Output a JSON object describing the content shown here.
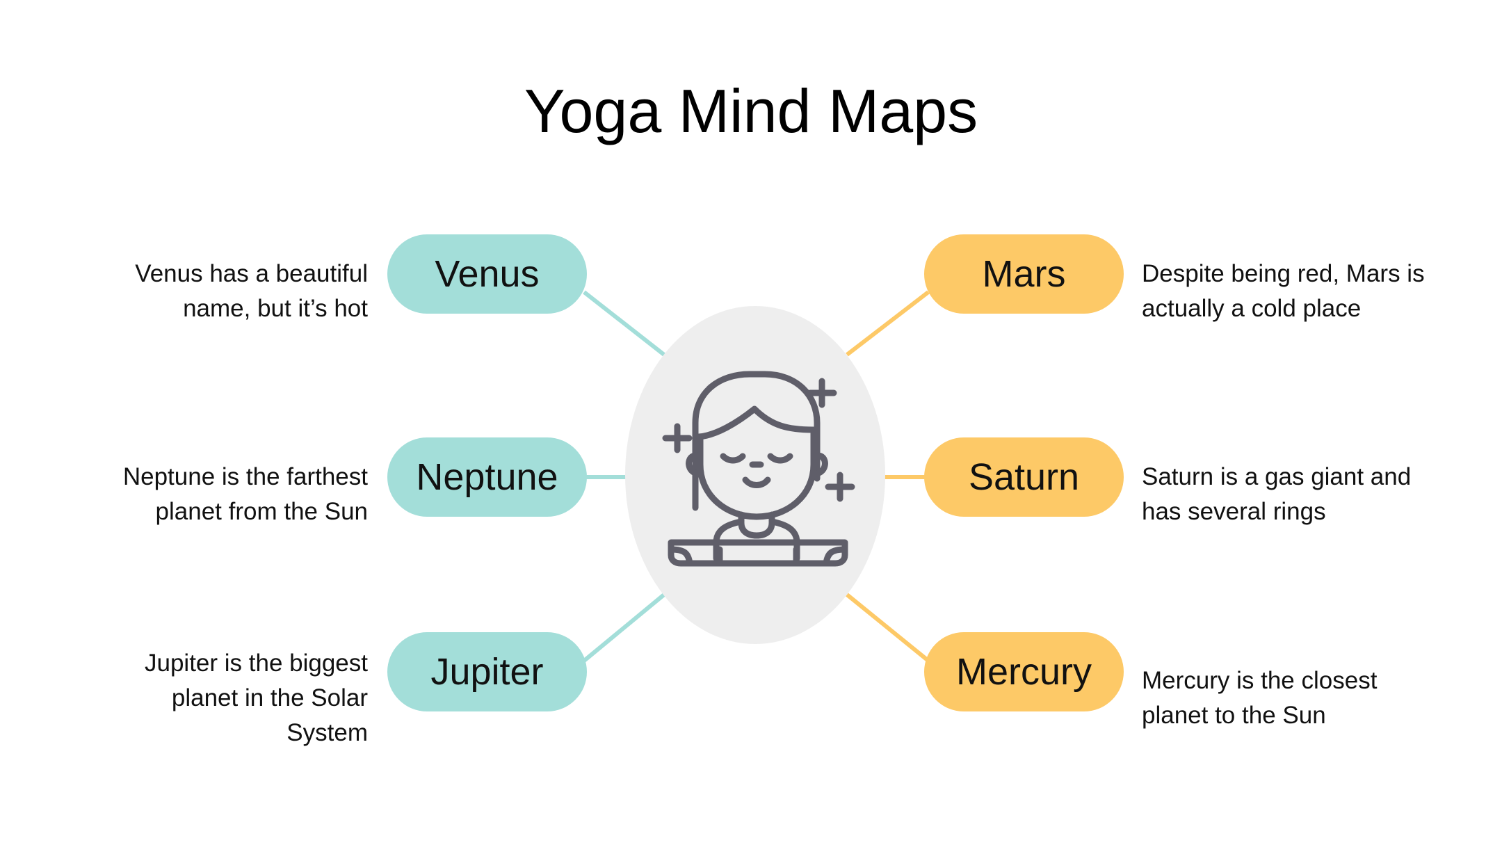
{
  "title": "Yoga Mind Maps",
  "center": {
    "icon": "meditating-person-icon"
  },
  "colors": {
    "left_accent": "#a3ded9",
    "right_accent": "#fdc967",
    "center_fill": "#eeeeee",
    "icon_stroke": "#5f5e69"
  },
  "nodes": {
    "venus": {
      "label": "Venus",
      "description": "Venus has a beautiful name, but it’s hot"
    },
    "neptune": {
      "label": "Neptune",
      "description": "Neptune is the farthest planet from the Sun"
    },
    "jupiter": {
      "label": "Jupiter",
      "description": "Jupiter is the biggest planet in the Solar System"
    },
    "mars": {
      "label": "Mars",
      "description": "Despite being red, Mars is actually a cold place"
    },
    "saturn": {
      "label": "Saturn",
      "description": "Saturn is a gas giant and has several rings"
    },
    "mercury": {
      "label": "Mercury",
      "description": "Mercury is the closest planet to the Sun"
    }
  }
}
